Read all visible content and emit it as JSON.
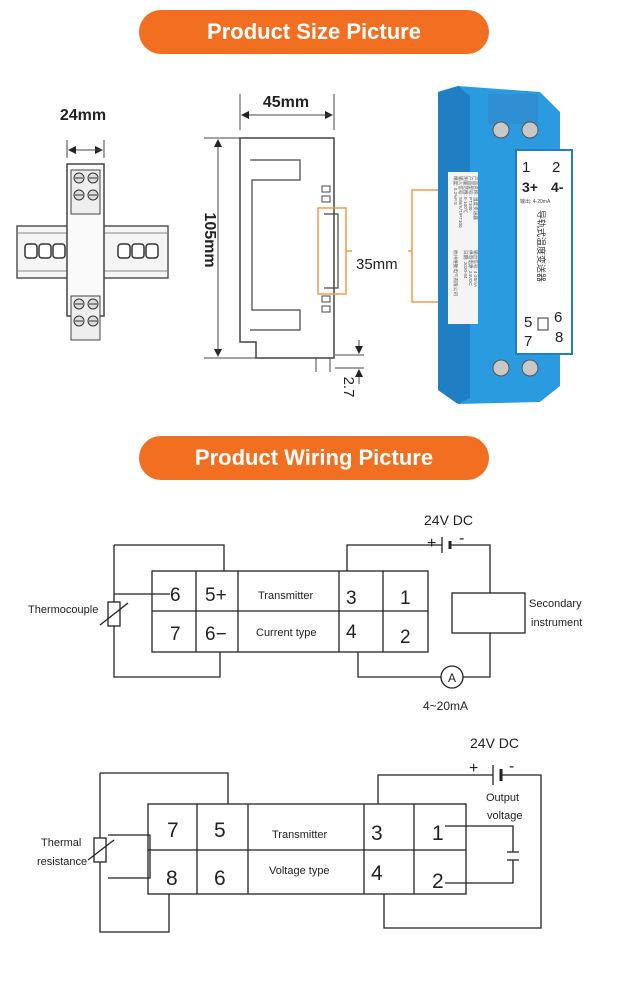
{
  "sections": {
    "size_title": "Product Size Picture",
    "wiring_title": "Product Wiring Picture"
  },
  "dimensions": {
    "width_side": "24mm",
    "width_front": "45mm",
    "height": "105mm",
    "rail": "35mm",
    "bottom_gap": "2.7"
  },
  "product_photo": {
    "terminals_top": [
      "1",
      "2",
      "3+",
      "4-"
    ],
    "terminals_bottom": [
      "5",
      "6",
      "7",
      "8"
    ],
    "vertical_label": "导轨式温度变送器",
    "output_note": "输出: 4-20mA",
    "label_lines": [
      "产品名称: 温度变送器",
      "产品型号: PT100",
      "测量范围: 0-100℃",
      "输入信号: S/B/K/T/PT100",
      "精度: 0.2%F.S",
      "输出信号: 4-20mA",
      "供电电源: 24VDC",
      "日期: 2020-04",
      "杭州维勤电气有限公司"
    ]
  },
  "colors": {
    "accent": "#f26f21",
    "housing_blue": "#2b9be0",
    "line": "#222222"
  },
  "diagram1": {
    "supply": "24V DC",
    "plus": "+",
    "minus": "-",
    "sensor_label": "Thermocouple",
    "terminals": {
      "t6": "6",
      "t5": "5+",
      "t7": "7",
      "t6m": "6−",
      "t3": "3",
      "t1": "1",
      "t4": "4",
      "t2": "2"
    },
    "center_line1": "Transmitter",
    "center_line2": "Current type",
    "instrument_line1": "Secondary",
    "instrument_line2": "instrument",
    "ammeter": "A",
    "current": "4~20mA"
  },
  "diagram2": {
    "supply": "24V DC",
    "plus": "+",
    "minus": "-",
    "sensor_line1": "Thermal",
    "sensor_line2": "resistance",
    "terminals": {
      "t7": "7",
      "t5": "5",
      "t8": "8",
      "t6": "6",
      "t3": "3",
      "t1": "1",
      "t4": "4",
      "t2": "2"
    },
    "center_line1": "Transmitter",
    "center_line2": "Voltage type",
    "output_line1": "Output",
    "output_line2": "voltage"
  }
}
